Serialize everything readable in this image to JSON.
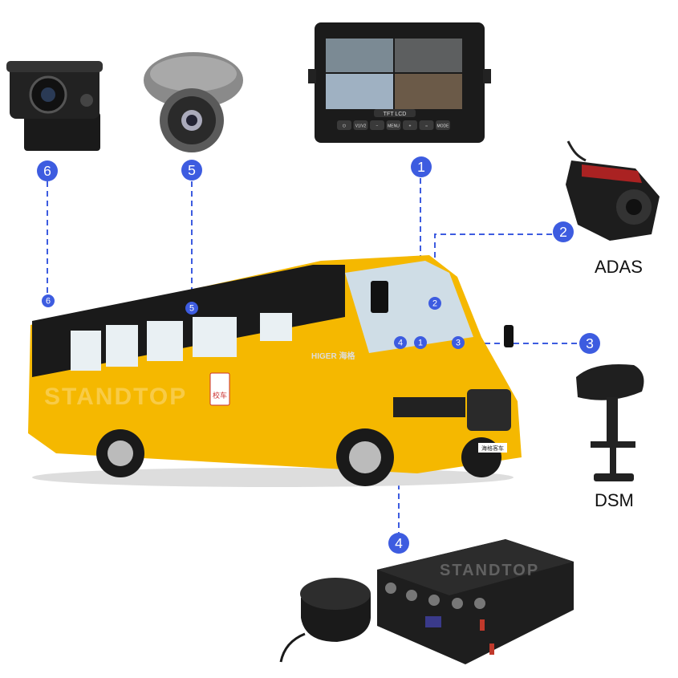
{
  "colors": {
    "badge": "#3d5ce0",
    "line": "#3d5ce0",
    "bus": "#f5b800"
  },
  "labels": {
    "adas": "ADAS",
    "dsm": "DSM"
  },
  "watermark": "STANDTOP",
  "monitor": {
    "brand": "TFT LCD",
    "buttons": [
      "⏻",
      "V1/V2",
      "−",
      "MENU",
      "+",
      "○",
      "MODE"
    ]
  },
  "bus": {
    "brand": "HIGER 海格",
    "sign": "校车",
    "plate": "海格客车"
  },
  "callouts": [
    "1",
    "2",
    "3",
    "4",
    "5",
    "6"
  ]
}
